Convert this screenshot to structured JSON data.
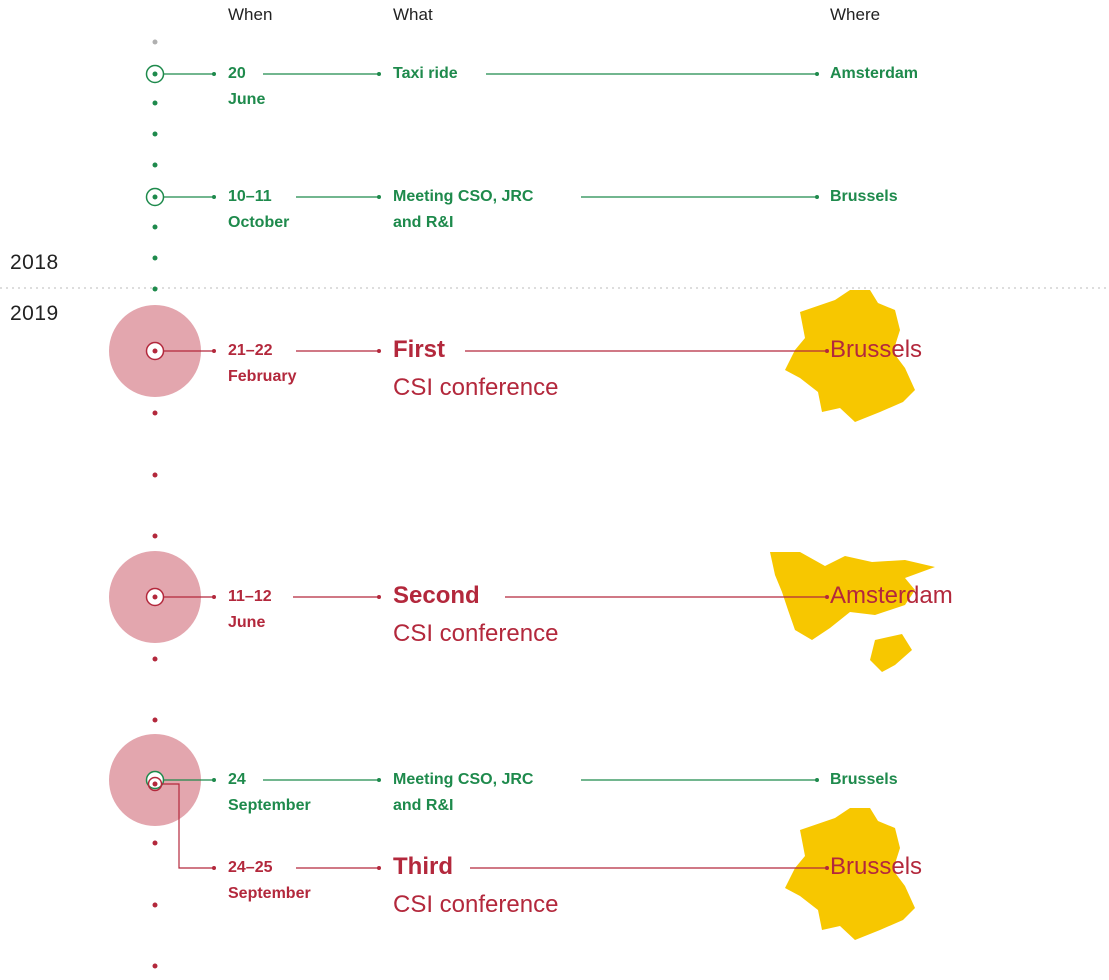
{
  "headers": {
    "when": "When",
    "what": "What",
    "where": "Where"
  },
  "years": {
    "y2018": "2018",
    "y2019": "2019"
  },
  "colors": {
    "green": "#1e8a4c",
    "red": "#b3283c",
    "halo": "#e3a6ae",
    "map": "#f7c700",
    "grey": "#b0b0b0"
  },
  "events": [
    {
      "date": "20",
      "month": "June",
      "what": "Taxi ride",
      "what2": "",
      "where": "Amsterdam"
    },
    {
      "date": "10–11",
      "month": "October",
      "what": "Meeting CSO, JRC",
      "what2": "and R&I",
      "where": "Brussels"
    },
    {
      "date": "21–22",
      "month": "February",
      "what": "First",
      "what2": "CSI conference",
      "where": "Brussels",
      "map": "brussels-map"
    },
    {
      "date": "11–12",
      "month": "June",
      "what": "Second",
      "what2": "CSI conference",
      "where": "Amsterdam",
      "map": "amsterdam-map"
    },
    {
      "date": "24",
      "month": "September",
      "what": "Meeting CSO, JRC",
      "what2": "and R&I",
      "where": "Brussels"
    },
    {
      "date": "24–25",
      "month": "September",
      "what": "Third",
      "what2": "CSI conference",
      "where": "Brussels",
      "map": "brussels-map"
    }
  ]
}
